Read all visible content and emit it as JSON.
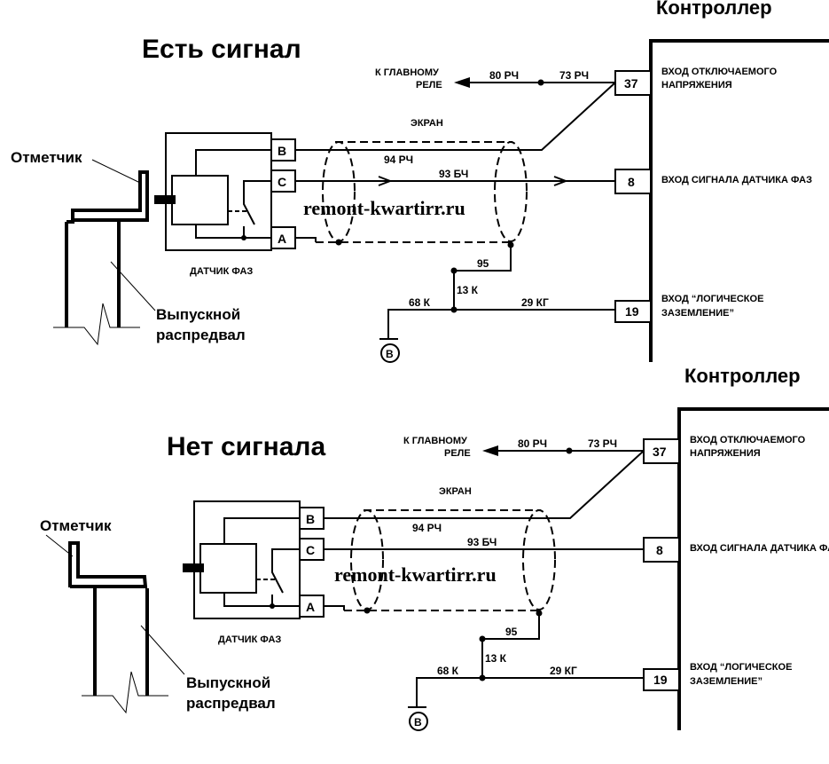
{
  "panels": [
    {
      "title": "Есть сигнал",
      "controller_title": "Контроллер",
      "marker_label": "Отметчик",
      "camshaft_label_1": "Выпускной",
      "camshaft_label_2": "распредвал",
      "sensor_label": "ДАТЧИК ФАЗ",
      "sensor_pins": [
        "B",
        "C",
        "A"
      ],
      "relay_label_1": "К ГЛАВНОМУ",
      "relay_label_2": "РЕЛЕ",
      "shield_label": "ЭКРАН",
      "wires": {
        "w80": "80 РЧ",
        "w73": "73 РЧ",
        "w94": "94 РЧ",
        "w93": "93 БЧ",
        "w95": "95",
        "w13": "13 К",
        "w68": "68 К",
        "w29": "29 КГ"
      },
      "controller_pins": [
        {
          "pin": "37",
          "label_1": "ВХОД ОТКЛЮЧАЕМОГО",
          "label_2": "НАПРЯЖЕНИЯ"
        },
        {
          "pin": "8",
          "label_1": "ВХОД СИГНАЛА ДАТЧИКА ФАЗ",
          "label_2": ""
        },
        {
          "pin": "19",
          "label_1": "ВХОД “ЛОГИЧЕСКОЕ",
          "label_2": "ЗАЗЕМЛЕНИЕ”"
        }
      ],
      "ground_label": "B",
      "signal_present": true
    },
    {
      "title": "Нет сигнала",
      "controller_title": "Контроллер",
      "marker_label": "Отметчик",
      "camshaft_label_1": "Выпускной",
      "camshaft_label_2": "распредвал",
      "sensor_label": "ДАТЧИК ФАЗ",
      "sensor_pins": [
        "B",
        "C",
        "A"
      ],
      "relay_label_1": "К ГЛАВНОМУ",
      "relay_label_2": "РЕЛЕ",
      "shield_label": "ЭКРАН",
      "wires": {
        "w80": "80 РЧ",
        "w73": "73 РЧ",
        "w94": "94 РЧ",
        "w93": "93 БЧ",
        "w95": "95",
        "w13": "13 К",
        "w68": "68 К",
        "w29": "29 КГ"
      },
      "controller_pins": [
        {
          "pin": "37",
          "label_1": "ВХОД ОТКЛЮЧАЕМОГО",
          "label_2": "НАПРЯЖЕНИЯ"
        },
        {
          "pin": "8",
          "label_1": "ВХОД СИГНАЛА ДАТЧИКА ФАЗ",
          "label_2": ""
        },
        {
          "pin": "19",
          "label_1": "ВХОД “ЛОГИЧЕСКОЕ",
          "label_2": "ЗАЗЕМЛЕНИЕ”"
        }
      ],
      "ground_label": "B",
      "signal_present": false
    }
  ],
  "watermark": "remont-kwartirr.ru"
}
